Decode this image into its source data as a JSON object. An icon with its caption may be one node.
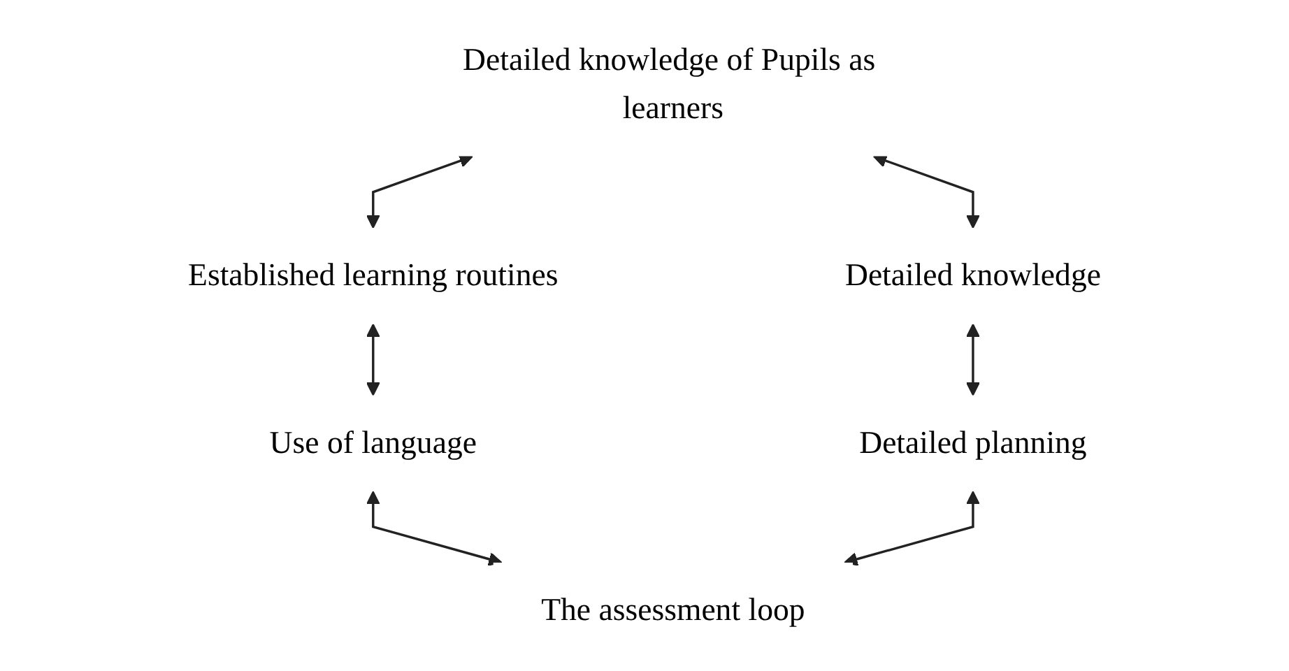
{
  "diagram": {
    "nodes": [
      {
        "text": [
          "Detailed knowledge of Pupils as learners"
        ]
      },
      {
        "text": [
          "Established learning routines"
        ]
      },
      {
        "text": [
          "Detailed knowledge"
        ]
      },
      {
        "text": [
          "Use of language"
        ]
      },
      {
        "text": [
          "Detailed planning"
        ]
      },
      {
        "text": [
          "The assessment loop"
        ]
      }
    ],
    "edges": [
      {
        "from": 0,
        "to": 1,
        "arrow": "both"
      },
      {
        "from": 0,
        "to": 2,
        "arrow": "both"
      },
      {
        "from": 1,
        "to": 3,
        "arrow": "both"
      },
      {
        "from": 2,
        "to": 4,
        "arrow": "both"
      },
      {
        "from": 3,
        "to": 5,
        "arrow": "both"
      },
      {
        "from": 4,
        "to": 5,
        "arrow": "both"
      }
    ]
  }
}
